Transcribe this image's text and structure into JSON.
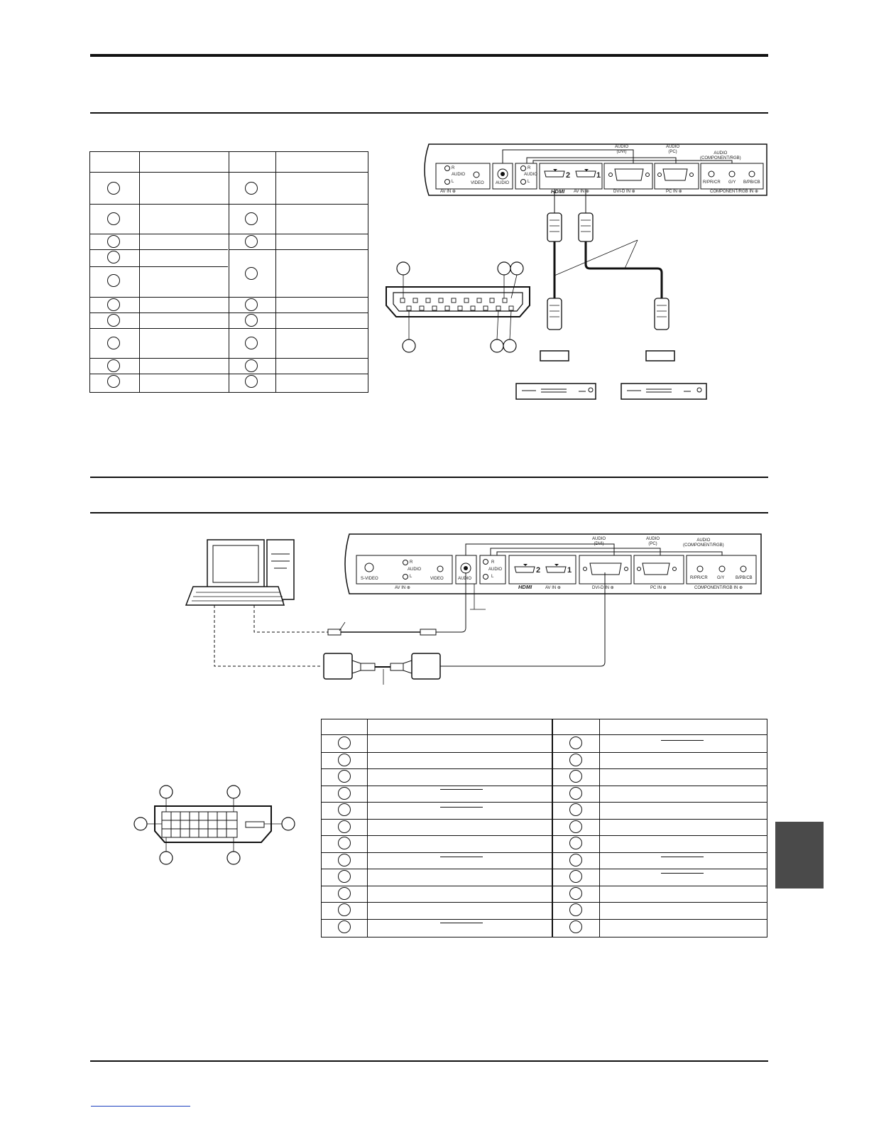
{
  "hdmi_panel": {
    "audio_dvi": "AUDIO\n(DVI)",
    "audio_pc": "AUDIO\n(PC)",
    "audio_component": "AUDIO\n(COMPONENT/RGB)",
    "av_in_label": "AV IN ⊕",
    "r_label": "R",
    "audio_label": "AUDIO",
    "l_label": "L",
    "video_label": "VIDEO",
    "audio_jack_label": "AUDIO",
    "hdmi_logo": "HDMI",
    "hdmi_av_in": "AV IN ⊕",
    "port2": "2",
    "port1": "1",
    "dvi_in": "DVI-D IN ⊕",
    "pc_in": "PC IN ⊕",
    "comp_r": "R/PR/CR",
    "comp_g": "G/Y",
    "comp_b": "B/PB/CB",
    "comp_label": "COMPONENT/RGB IN ⊕"
  },
  "dvi_panel": {
    "audio_dvi": "AUDIO\n(DVI)",
    "audio_pc": "AUDIO\n(PC)",
    "audio_component": "AUDIO\n(COMPONENT/RGB)",
    "svideo": "S-VIDEO",
    "av_in_label": "AV IN ⊕",
    "r_label": "R",
    "audio_label": "AUDIO",
    "l_label": "L",
    "video_label": "VIDEO",
    "audio_jack_label": "AUDIO",
    "hdmi_logo": "HDMI",
    "hdmi_av_in": "AV IN ⊕",
    "port2": "2",
    "port1": "1",
    "dvi_in": "DVI-D IN ⊕",
    "pc_in": "PC IN ⊕",
    "comp_r": "R/PR/CR",
    "comp_g": "G/Y",
    "comp_b": "B/PB/CB",
    "comp_label": "COMPONENT/RGB IN ⊕"
  }
}
